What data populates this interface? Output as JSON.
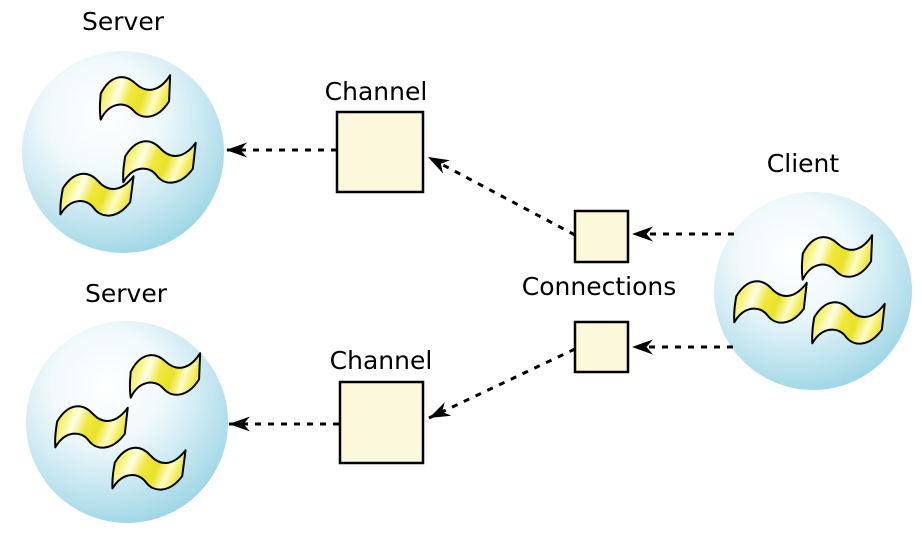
{
  "diagram": {
    "kind": "client-server-messaging-diagram",
    "labels": {
      "server_top": "Server",
      "server_bottom": "Server",
      "client": "Client",
      "channel_top": "Channel",
      "channel_bottom": "Channel",
      "connections": "Connections"
    },
    "colors": {
      "background": "#ffffff",
      "outline": "#000000",
      "box_fill": "#fbf8db",
      "sphere_edge": "#7cc5d9",
      "sphere_mid": "#c9e8f1",
      "sphere_highlight": "#ffffff",
      "flag_yellow": "#efe83a",
      "flag_highlight": "#fefee8",
      "text": "#000000"
    },
    "structure": {
      "nodes": [
        {
          "id": "client",
          "label": "Client",
          "shape": "sphere-with-flags"
        },
        {
          "id": "connection-top",
          "label": "",
          "shape": "small-box"
        },
        {
          "id": "connection-bottom",
          "label": "",
          "shape": "small-box"
        },
        {
          "id": "channel-top",
          "label": "Channel",
          "shape": "box"
        },
        {
          "id": "channel-bottom",
          "label": "Channel",
          "shape": "box"
        },
        {
          "id": "server-top",
          "label": "Server",
          "shape": "sphere-with-flags"
        },
        {
          "id": "server-bottom",
          "label": "Server",
          "shape": "sphere-with-flags"
        }
      ],
      "edges": [
        {
          "from": "client",
          "to": "connection-top",
          "style": "dashed-arrow"
        },
        {
          "from": "client",
          "to": "connection-bottom",
          "style": "dashed-arrow"
        },
        {
          "from": "connection-top",
          "to": "channel-top",
          "style": "dashed-arrow"
        },
        {
          "from": "connection-bottom",
          "to": "channel-bottom",
          "style": "dashed-arrow"
        },
        {
          "from": "channel-top",
          "to": "server-top",
          "style": "dashed-arrow"
        },
        {
          "from": "channel-bottom",
          "to": "server-bottom",
          "style": "dashed-arrow"
        }
      ]
    }
  }
}
